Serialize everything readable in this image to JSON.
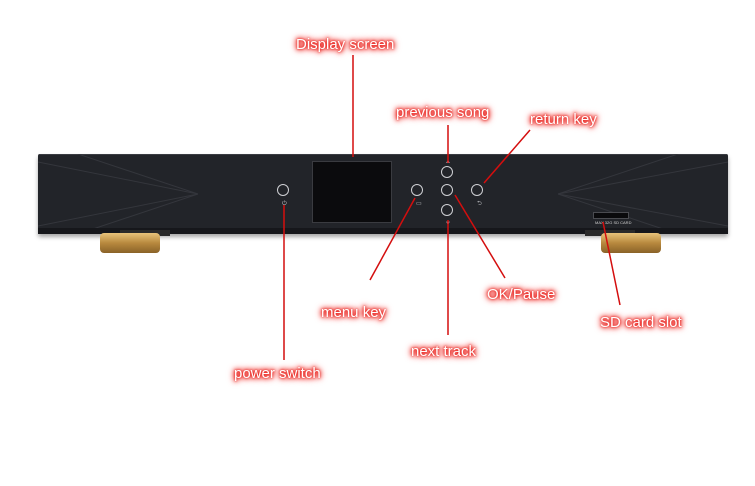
{
  "labels": {
    "display_screen": "Display screen",
    "previous_song": "previous song",
    "return_key": "return key",
    "menu_key": "menu key",
    "ok_pause": "OK/Pause",
    "next_track": "next track",
    "sd_card_slot": "SD card slot",
    "power_switch": "power switch"
  },
  "device": {
    "sd_slot_text": "MAX 32G SD CARD",
    "body_color": "#222429",
    "foot_color": "#c8984a"
  },
  "colors": {
    "label_glow": "#e8120c",
    "pointer_line": "#d40e0e"
  }
}
